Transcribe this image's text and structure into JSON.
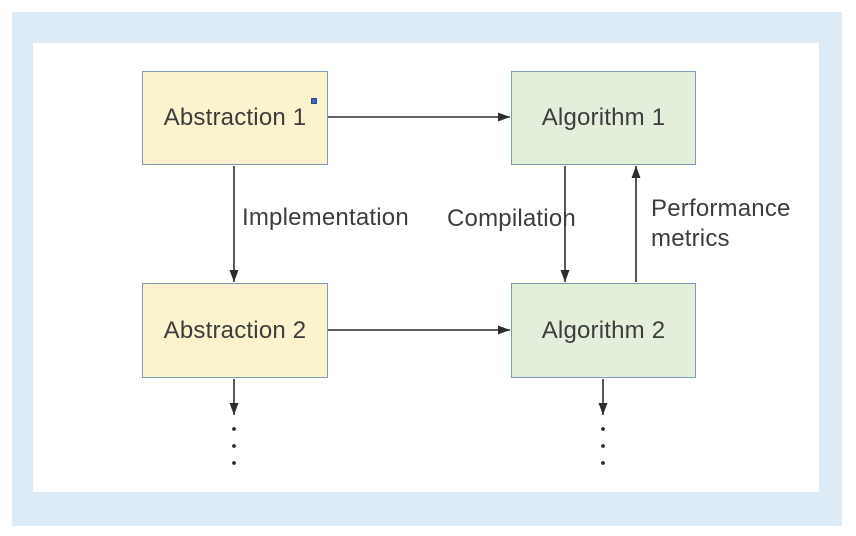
{
  "figure": {
    "colors": {
      "frame": "#dcebf5",
      "panel": "#ffffff",
      "abstraction_fill": "#fbf2ce",
      "algorithm_fill": "#e4efdb",
      "node_border": "#7d9cba",
      "line": "#2d2d2d",
      "text": "#3d3d3d",
      "handle": "#3a68af"
    },
    "nodes": [
      {
        "id": "abstraction-1",
        "label": "Abstraction 1"
      },
      {
        "id": "algorithm-1",
        "label": "Algorithm 1"
      },
      {
        "id": "abstraction-2",
        "label": "Abstraction 2"
      },
      {
        "id": "algorithm-2",
        "label": "Algorithm 2"
      }
    ],
    "edge_labels": [
      {
        "id": "implementation",
        "text": "Implementation"
      },
      {
        "id": "compilation",
        "text": "Compilation"
      },
      {
        "id": "performance",
        "text": "Performance\nmetrics"
      }
    ],
    "edges": [
      {
        "from": "abstraction-1",
        "to": "algorithm-1",
        "label": ""
      },
      {
        "from": "abstraction-1",
        "to": "abstraction-2",
        "label": "Implementation"
      },
      {
        "from": "abstraction-2",
        "to": "algorithm-2",
        "label": ""
      },
      {
        "from": "algorithm-1",
        "to": "algorithm-2",
        "label": "Compilation"
      },
      {
        "from": "algorithm-2",
        "to": "algorithm-1",
        "label": "Performance metrics"
      },
      {
        "from": "abstraction-2",
        "to": "ellipsis-left",
        "label": ""
      },
      {
        "from": "algorithm-2",
        "to": "ellipsis-right",
        "label": ""
      }
    ]
  }
}
